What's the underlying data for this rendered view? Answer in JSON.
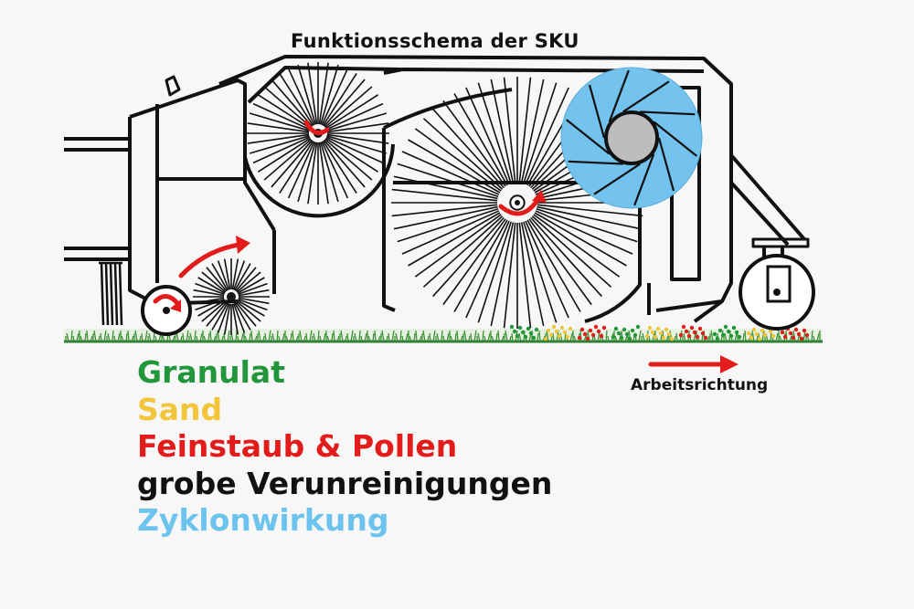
{
  "title": "Funktionsschema der SKU",
  "direction": {
    "label": "Arbeitsrichtung",
    "color": "#e21b1b"
  },
  "legend": [
    {
      "label": "Granulat",
      "color": "#22963a"
    },
    {
      "label": "Sand",
      "color": "#f2c53a"
    },
    {
      "label": "Feinstaub & Pollen",
      "color": "#e21b1b"
    },
    {
      "label": "grobe Verunreinigungen",
      "color": "#111111"
    },
    {
      "label": "Zyklonwirkung",
      "color": "#6cc4ee"
    }
  ],
  "colors": {
    "frame": "#111111",
    "ground_grass": "#2e7d32",
    "cyclone_fill": "#74c3ef",
    "hub_fill": "#bdbdbd",
    "flow_arrow": "#e21b1b"
  }
}
